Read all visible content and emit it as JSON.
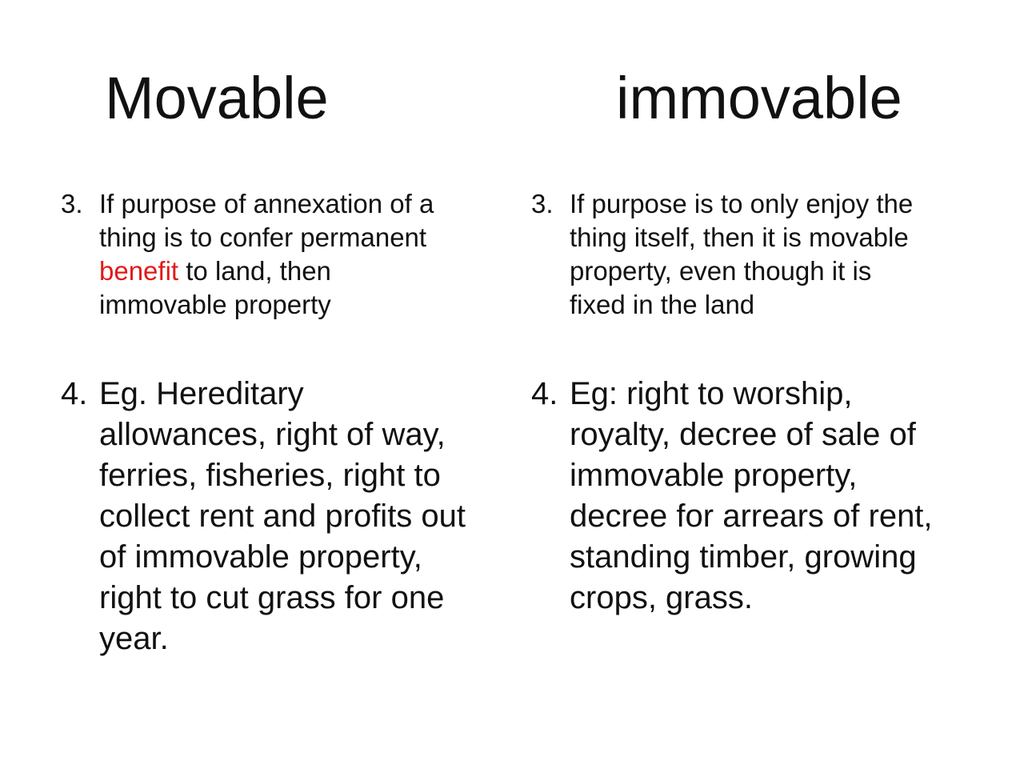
{
  "headings": {
    "left": "Movable",
    "right": "immovable"
  },
  "left_column": {
    "point3": {
      "number": "3.",
      "lines": [
        "If purpose of annexation of a",
        "thing is to confer permanent"
      ],
      "highlight_word": "benefit",
      "line3_rest": " to land, then",
      "line4": "immovable property"
    },
    "point4": {
      "number": "4.",
      "lines": [
        "Eg. Hereditary",
        "allowances, right of way,",
        "ferries, fisheries, right to",
        "collect rent and profits out",
        "of immovable property,",
        "right to cut grass for one",
        "year."
      ]
    }
  },
  "right_column": {
    "point3": {
      "number": "3.",
      "lines": [
        "If purpose is to only enjoy the",
        "thing itself, then it is movable",
        "property, even though it is",
        "fixed in the land"
      ]
    },
    "point4": {
      "number": "4.",
      "lines": [
        "Eg: right to worship,",
        "royalty, decree of sale of",
        "immovable property,",
        "decree for arrears of rent,",
        "standing timber, growing",
        "crops, grass."
      ]
    }
  },
  "colors": {
    "text": "#111111",
    "highlight": "#e11a1a",
    "background": "#ffffff"
  }
}
